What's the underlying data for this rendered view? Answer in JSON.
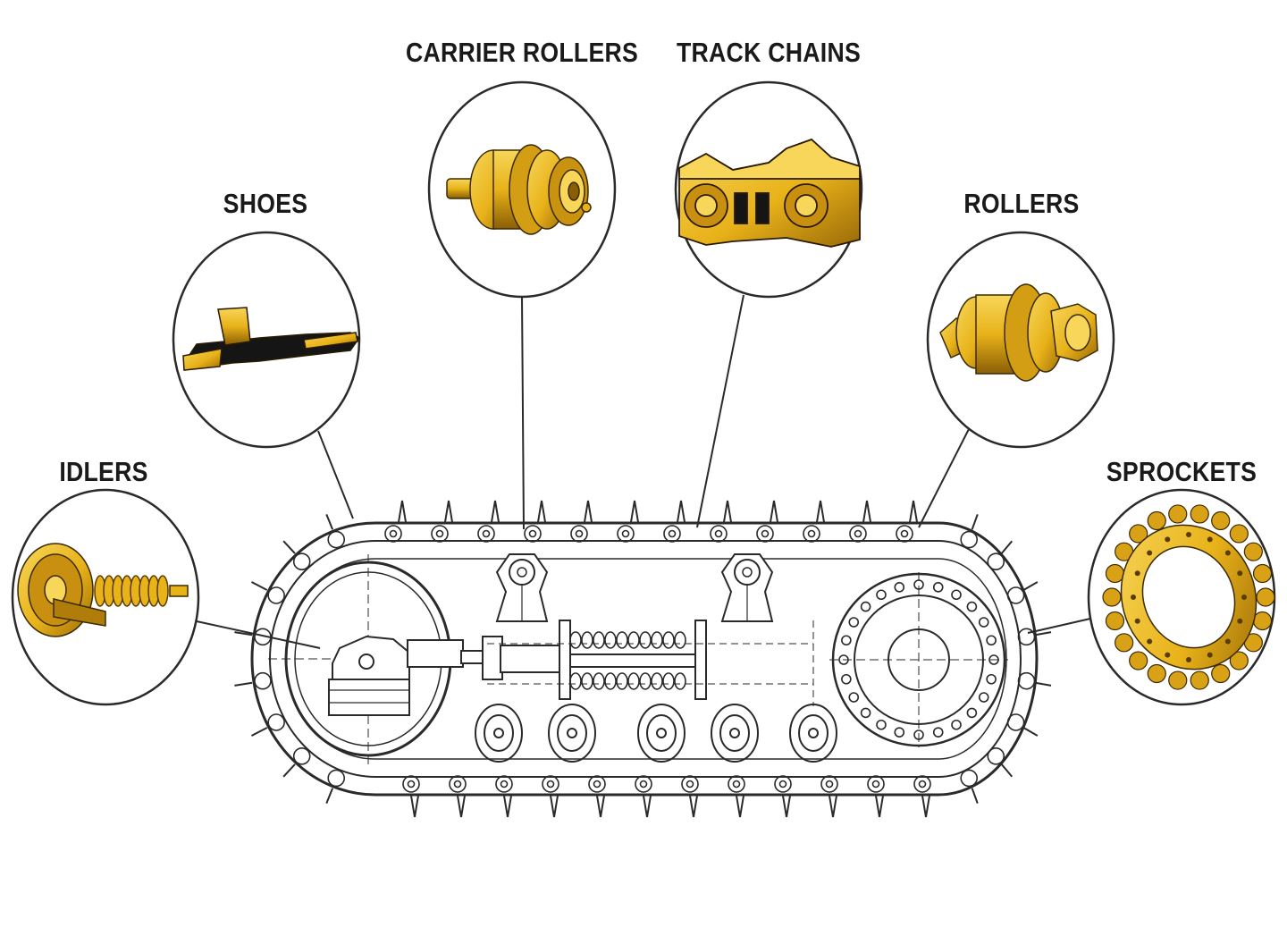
{
  "colors": {
    "part_fill": "#e8b219",
    "part_shade": "#9a6a08",
    "part_highlight": "#f7d65a",
    "line": "#2a2a2a",
    "background": "#ffffff"
  },
  "callouts": [
    {
      "key": "idlers",
      "label": "IDLERS",
      "icon": "idler-icon"
    },
    {
      "key": "shoes",
      "label": "SHOES",
      "icon": "track-shoe-icon"
    },
    {
      "key": "carrier_rollers",
      "label": "CARRIER ROLLERS",
      "icon": "carrier-roller-icon"
    },
    {
      "key": "track_chains",
      "label": "TRACK CHAINS",
      "icon": "track-chain-icon"
    },
    {
      "key": "rollers",
      "label": "ROLLERS",
      "icon": "roller-icon"
    },
    {
      "key": "sprockets",
      "label": "SPROCKETS",
      "icon": "sprocket-icon"
    }
  ],
  "diagram": {
    "subject": "undercarriage-track-assembly"
  }
}
